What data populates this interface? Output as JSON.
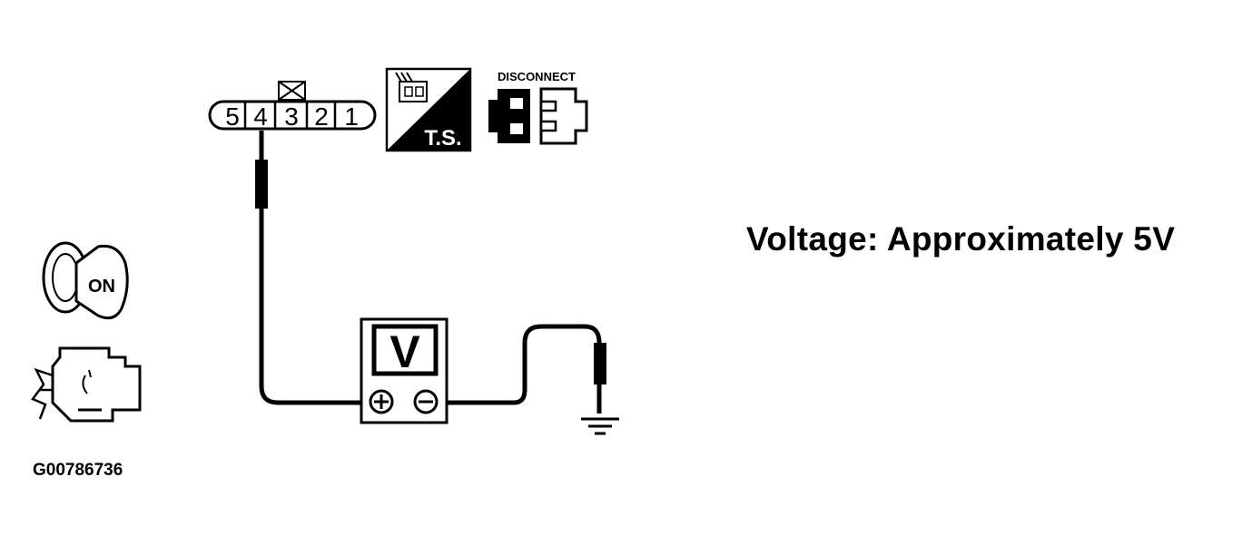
{
  "connector": {
    "pins": [
      "5",
      "4",
      "3",
      "2",
      "1"
    ]
  },
  "icons": {
    "terminal_side": "T.S.",
    "disconnect": "DISCONNECT",
    "ignition": "ON",
    "connector_icon": "harness-connector-icon",
    "engine_icon": "engine-icon",
    "ground_icon": "ground-symbol-icon"
  },
  "meter": {
    "label": "V",
    "positive": "+",
    "negative": "−"
  },
  "caption": "Voltage: Approximately 5V",
  "figure_id": "G00786736"
}
